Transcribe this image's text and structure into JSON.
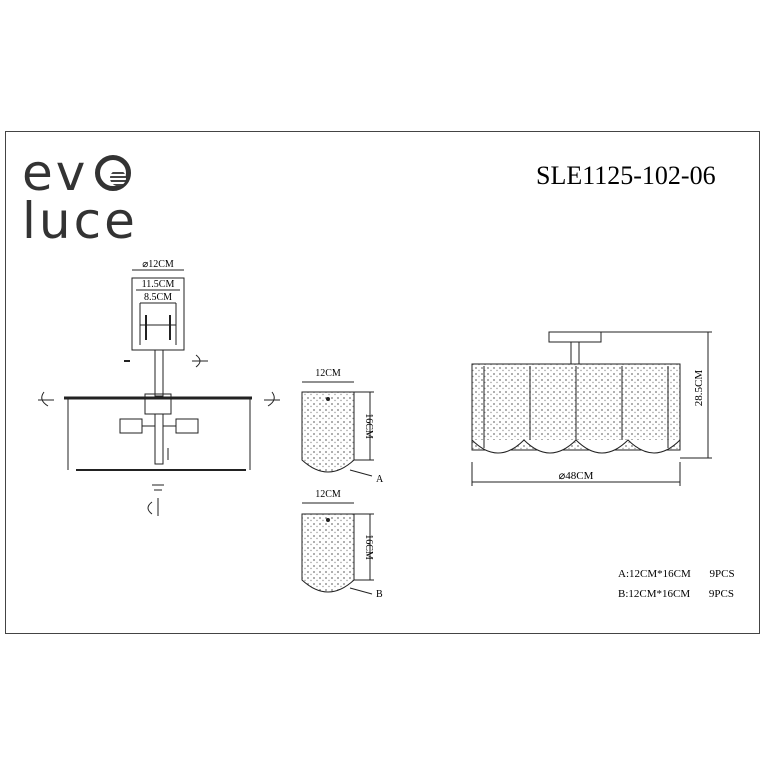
{
  "brand": {
    "line1": "ev",
    "line2": "luce"
  },
  "model_number": "SLE1125-102-06",
  "side_view": {
    "canopy_diameter": "⌀12CM",
    "canopy_width_1": "11.5CM",
    "canopy_width_2": "8.5CM"
  },
  "shade_a": {
    "width": "12CM",
    "height": "16CM",
    "marker": "A"
  },
  "shade_b": {
    "width": "12CM",
    "height": "16CM",
    "marker": "B"
  },
  "front_view": {
    "height": "28.5CM",
    "diameter": "⌀48CM"
  },
  "specs": [
    {
      "label": "A:12CM*16CM",
      "qty": "9PCS"
    },
    {
      "label": "B:12CM*16CM",
      "qty": "9PCS"
    }
  ]
}
